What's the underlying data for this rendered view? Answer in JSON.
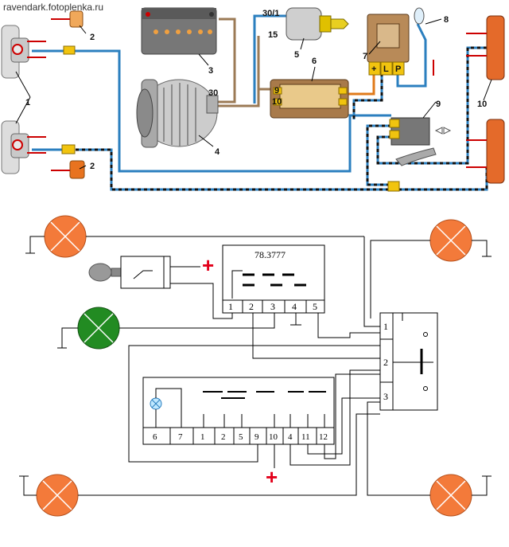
{
  "watermark": "ravendark.fotoplenka.ru",
  "top_diagram": {
    "callouts": [
      "1",
      "2",
      "3",
      "4",
      "5",
      "6",
      "7",
      "8",
      "9",
      "10",
      "2"
    ],
    "pin_labels": {
      "ignition_30_1": "30/1",
      "ignition_15": "15",
      "generator_30": "30",
      "block_9": "9",
      "block_10": "10",
      "relay_plus": "+",
      "relay_L": "L",
      "relay_P": "P"
    }
  },
  "bottom_diagram": {
    "relay_model": "78.3777",
    "relay_pins": [
      "1",
      "2",
      "3",
      "4",
      "5"
    ],
    "switch_pins": [
      "1",
      "2",
      "3"
    ],
    "block_pins": [
      "6",
      "7",
      "1",
      "2",
      "5",
      "9",
      "10",
      "4",
      "11",
      "12"
    ],
    "plus_symbol": "+"
  },
  "colors": {
    "lamp_orange": "#f37a3a",
    "lamp_green": "#228b22",
    "plus_red": "#e3001b",
    "wire_blue": "#2b7fbf",
    "wire_brown": "#9b7a55",
    "wire_orange": "#e07a1a"
  }
}
